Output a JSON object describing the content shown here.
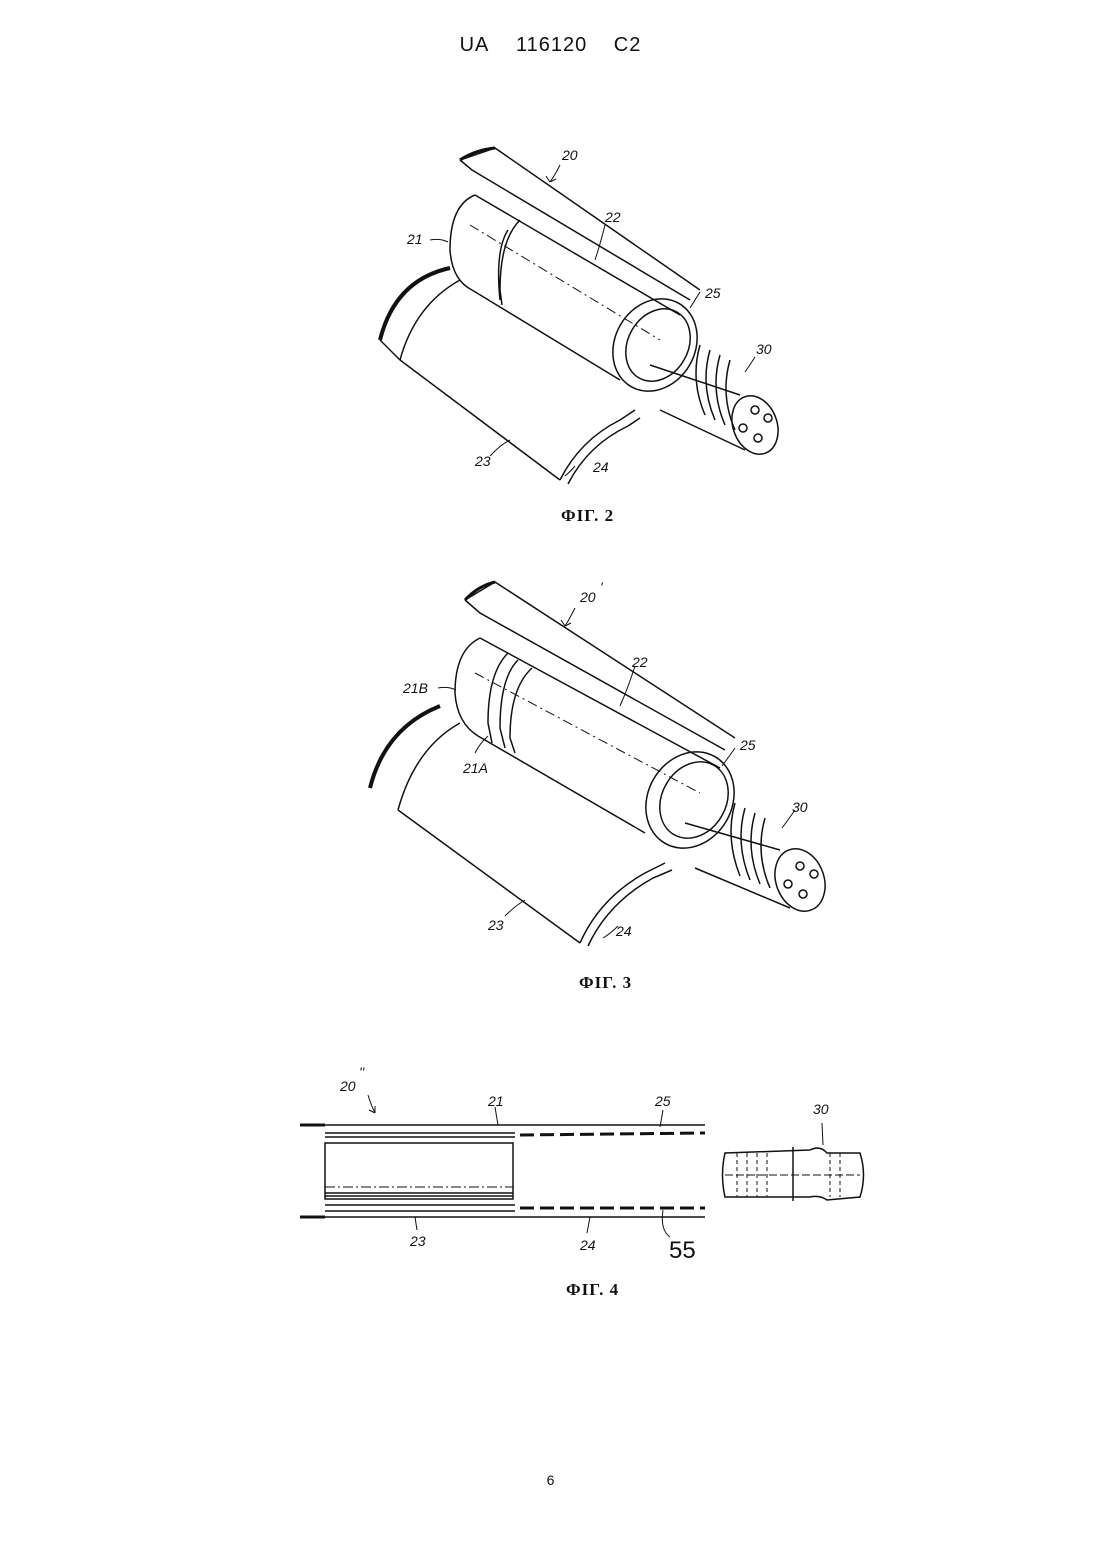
{
  "header": {
    "country": "UA",
    "number": "116120",
    "kind": "C2"
  },
  "figures": [
    {
      "caption": "ФІГ. 2",
      "labels": {
        "l20": "20",
        "l21": "21",
        "l22": "22",
        "l25": "25",
        "l30": "30",
        "l23": "23",
        "l24": "24"
      }
    },
    {
      "caption": "ФІГ. 3",
      "labels": {
        "l20": "20",
        "l20sup": "'",
        "l21B": "21B",
        "l21A": "21A",
        "l22": "22",
        "l25": "25",
        "l30": "30",
        "l23": "23",
        "l24": "24"
      }
    },
    {
      "caption": "ФІГ. 4",
      "labels": {
        "l20": "20",
        "l20sup": "''",
        "l21": "21",
        "l25": "25",
        "l30": "30",
        "l23": "23",
        "l24": "24",
        "l55": "55"
      }
    }
  ],
  "footer": {
    "page_number": "6"
  }
}
